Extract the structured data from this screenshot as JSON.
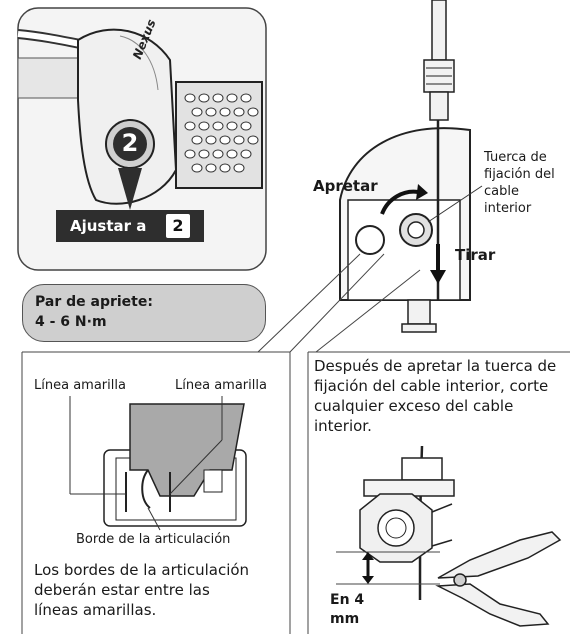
{
  "shifter": {
    "brand": "Nexus",
    "dial_value": "2",
    "adjust_label": "Ajustar a",
    "adjust_value": "2"
  },
  "torque": {
    "line1": "Par de apriete:",
    "line2": "4 - 6 N·m"
  },
  "hub": {
    "tighten_label": "Apretar",
    "pull_label": "Tirar",
    "nut_label_line1": "Tuerca de",
    "nut_label_line2": "fijación del",
    "nut_label_line3": "cable",
    "nut_label_line4": "interior"
  },
  "detail_left": {
    "yellow_line_left": "Línea amarilla",
    "yellow_line_right": "Línea amarilla",
    "joint_edge": "Borde de la articulación",
    "instruction_line1": "Los bordes de la articulación",
    "instruction_line2": "deberán estar entre las",
    "instruction_line3": "líneas amarillas."
  },
  "detail_right": {
    "instruction_line1": "Después de apretar la tuerca de",
    "instruction_line2": "fijación del cable interior, corte",
    "instruction_line3": "cualquier exceso del cable",
    "instruction_line4": "interior.",
    "measure_line1": "En 4",
    "measure_line2": "mm"
  }
}
